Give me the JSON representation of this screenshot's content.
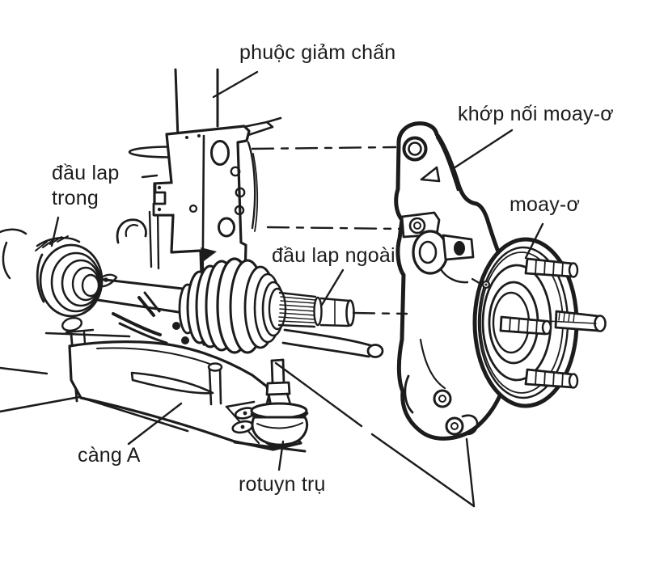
{
  "diagram": {
    "background_color": "#ffffff",
    "ink_color": "#1c1c1c",
    "labels": {
      "shock_absorber": "phuộc giảm chấn",
      "knuckle_joint": "khớp nối moay-ơ",
      "inner_cv_joint": "đầu lap trong",
      "hub": "moay-ơ",
      "outer_cv_joint": "đầu lap ngoài",
      "control_arm": "càng A",
      "ball_joint": "rotuyn trụ"
    }
  }
}
